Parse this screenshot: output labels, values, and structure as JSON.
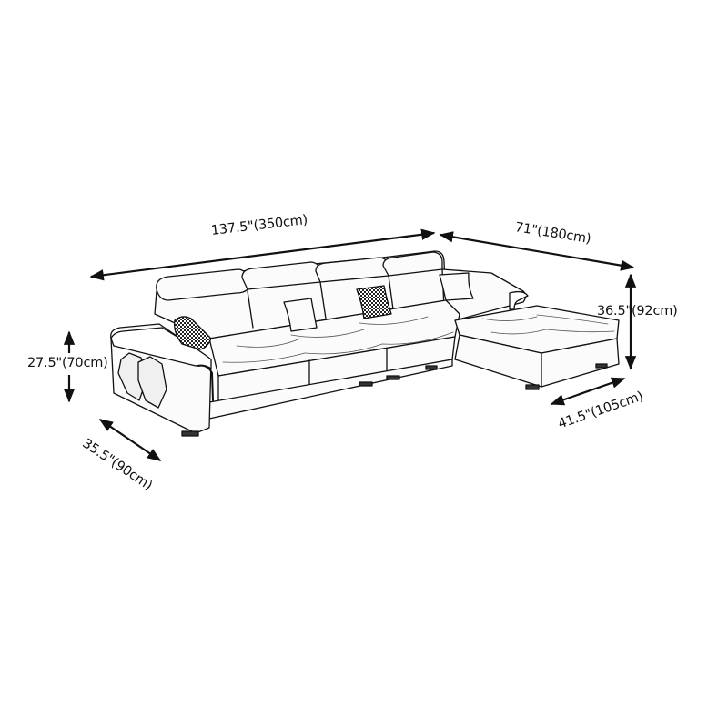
{
  "product": {
    "type": "L-shaped sectional sofa with right-facing chaise",
    "style": "line drawing"
  },
  "dimensions": {
    "overall_width": {
      "label": "137.5\"(350cm)",
      "inches": 137.5,
      "cm": 350
    },
    "chaise_width": {
      "label": "71\"(180cm)",
      "inches": 71,
      "cm": 180
    },
    "back_height": {
      "label": "36.5\"(92cm)",
      "inches": 36.5,
      "cm": 92
    },
    "arm_height": {
      "label": "27.5\"(70cm)",
      "inches": 27.5,
      "cm": 70
    },
    "seat_depth": {
      "label": "35.5\"(90cm)",
      "inches": 35.5,
      "cm": 90
    },
    "chaise_depth": {
      "label": "41.5\"(105cm)",
      "inches": 41.5,
      "cm": 105
    }
  },
  "colors": {
    "line": "#111111",
    "background": "#ffffff",
    "fill": "#fbfbfb"
  }
}
